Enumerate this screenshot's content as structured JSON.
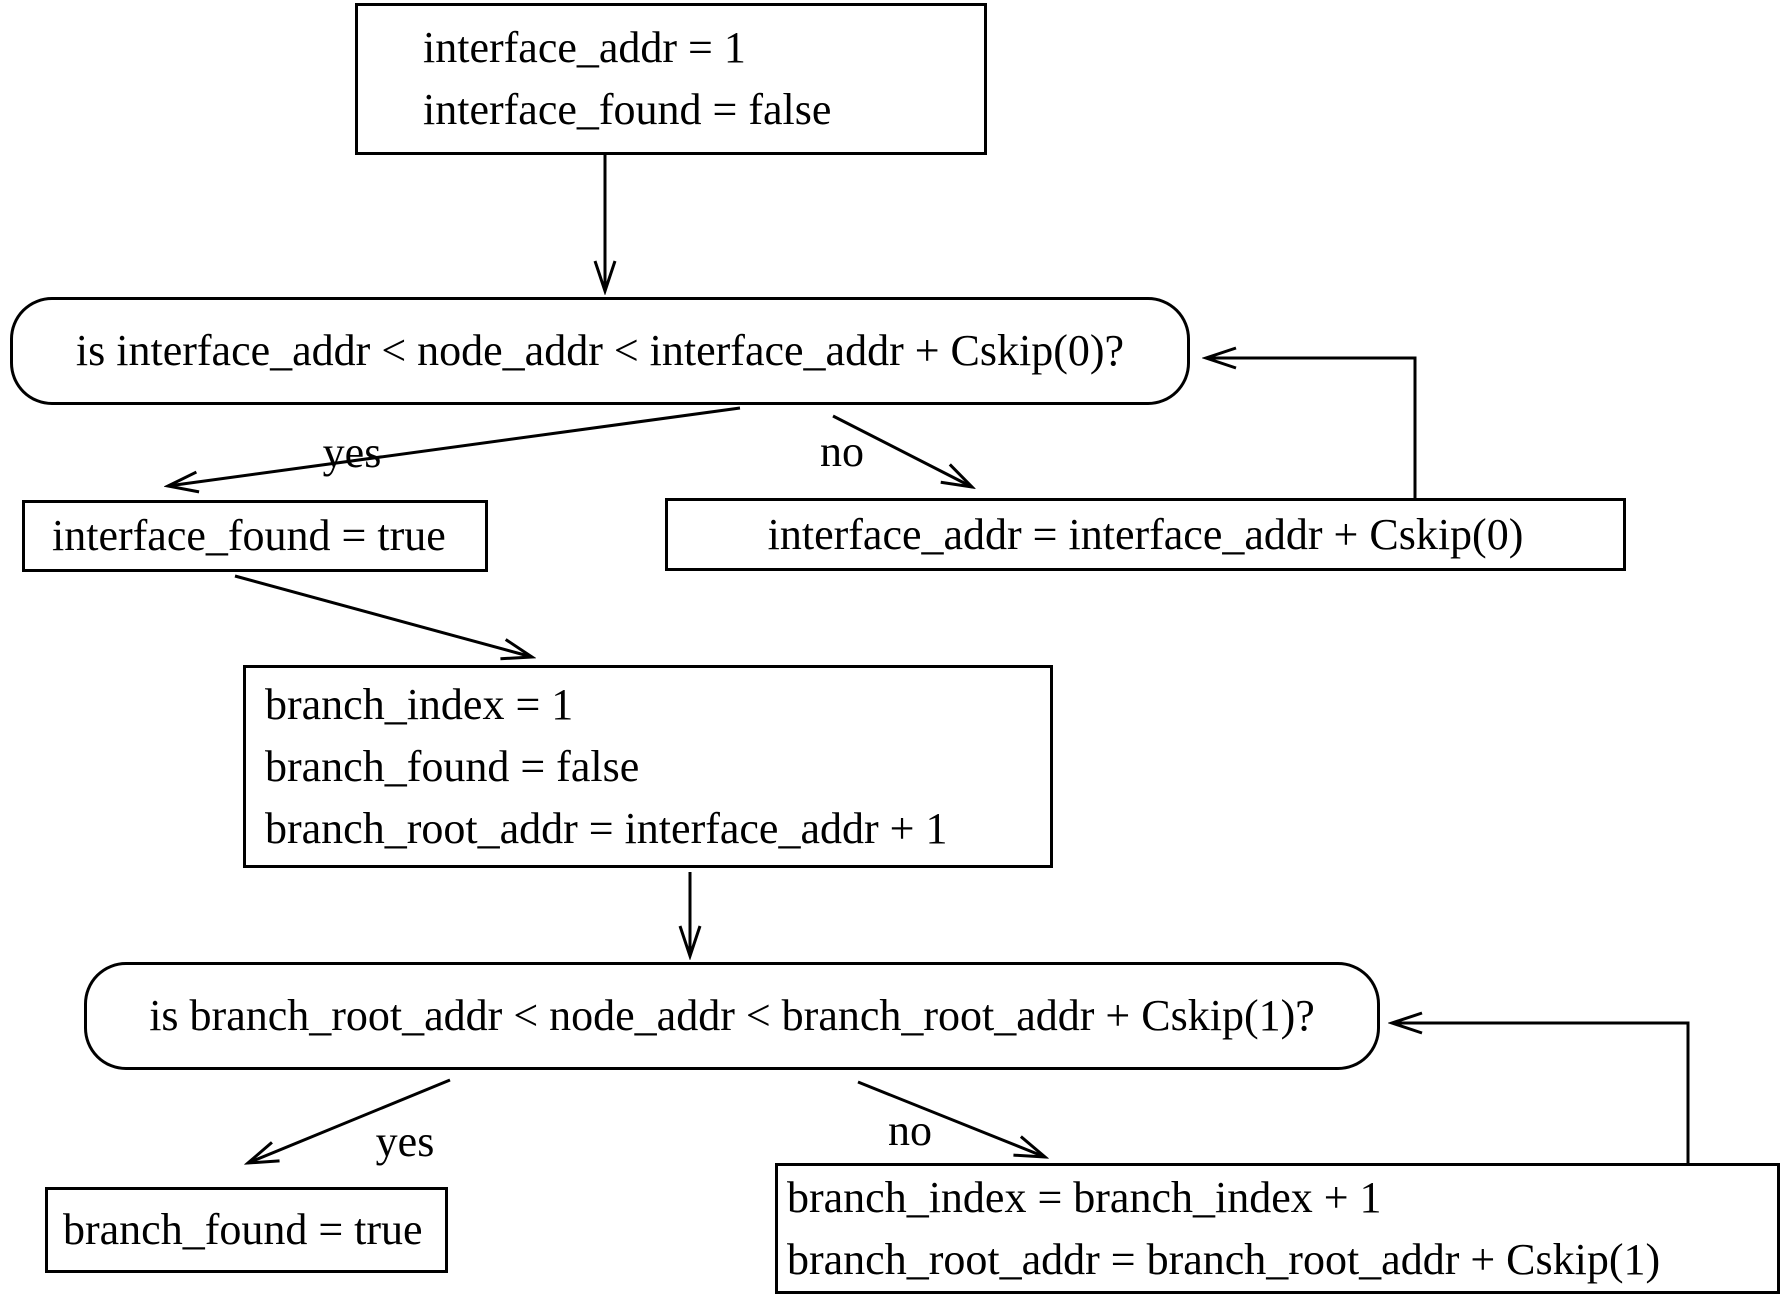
{
  "diagram": {
    "type": "flowchart",
    "colors": {
      "background": "#ffffff",
      "ink": "#000000"
    },
    "nodes": {
      "init_interface": {
        "lines": [
          "interface_addr = 1",
          "interface_found = false"
        ]
      },
      "decision_interface": {
        "text": "is interface_addr < node_addr < interface_addr + Cskip(0)?"
      },
      "interface_found_true": {
        "text": "interface_found = true"
      },
      "interface_addr_increment": {
        "text": "interface_addr = interface_addr + Cskip(0)"
      },
      "init_branch": {
        "lines": [
          "branch_index = 1",
          "branch_found = false",
          "branch_root_addr = interface_addr + 1"
        ]
      },
      "decision_branch": {
        "text": "is branch_root_addr < node_addr < branch_root_addr + Cskip(1)?"
      },
      "branch_found_true": {
        "text": "branch_found = true"
      },
      "branch_increment": {
        "lines": [
          "branch_index = branch_index + 1",
          "branch_root_addr = branch_root_addr + Cskip(1)"
        ]
      }
    },
    "edge_labels": {
      "yes_interface": "yes",
      "no_interface": "no",
      "yes_branch": "yes",
      "no_branch": "no"
    }
  }
}
